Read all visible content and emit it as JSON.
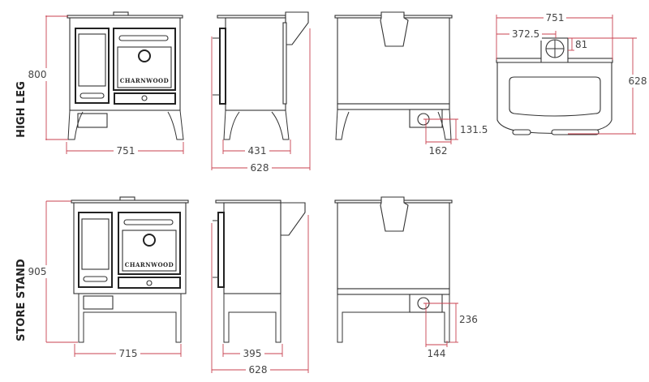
{
  "rows": [
    {
      "label": "HIGH LEG",
      "height": "800",
      "front_width": "751",
      "side_depth": "431",
      "total_depth": "628",
      "outlet_height": "131.5",
      "outlet_offset": "162"
    },
    {
      "label": "STORE STAND",
      "height": "905",
      "front_width": "715",
      "side_depth": "395",
      "total_depth": "628",
      "outlet_height": "236",
      "outlet_offset": "144"
    }
  ],
  "top_view": {
    "width": "751",
    "flue_offset": "372.5",
    "flue_depth": "81",
    "depth": "628"
  },
  "brand": "CHARNWOOD",
  "colors": {
    "dimension": "#c9414f",
    "line": "#333333"
  }
}
